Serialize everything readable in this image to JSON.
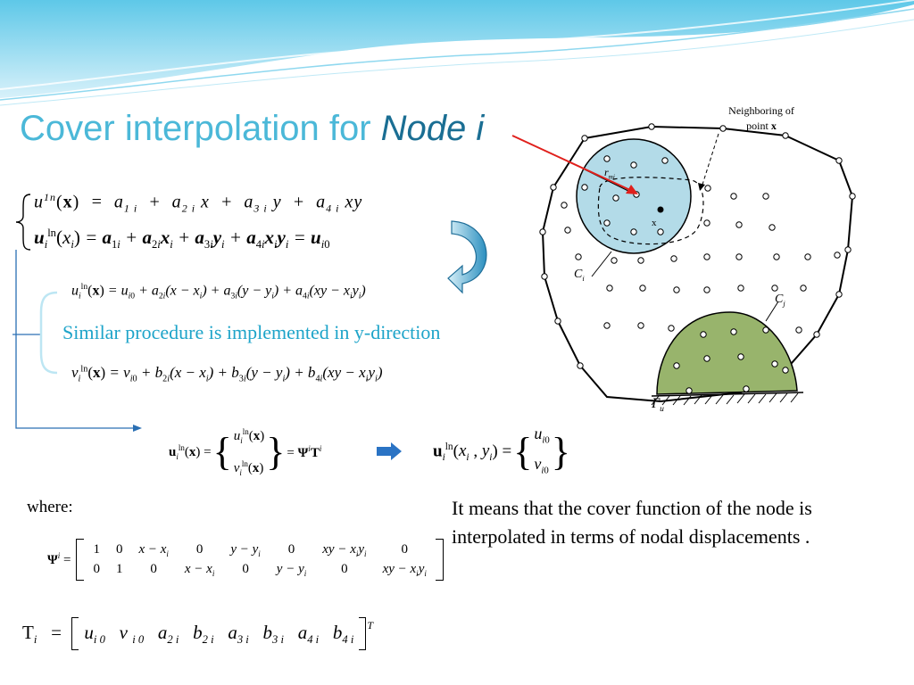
{
  "slide": {
    "title_main": "Cover interpolation for ",
    "title_emph": "Node i",
    "similar_text": "Similar procedure is implemented in y-direction",
    "where_label": "where:",
    "meaning_line1": "It means that the cover function of the node is",
    "meaning_line2": "interpolated in terms of nodal displacements ."
  },
  "diagram": {
    "neighbor_label_line1": "Neighboring of",
    "neighbor_label_line2": "point ",
    "neighbor_label_bold": "x",
    "r_label": "r",
    "r_sub": "mi",
    "x_label": "x",
    "ci_label": "C",
    "ci_sub": "i",
    "cj_label": "C",
    "cj_sub": "j",
    "gamma_label": "Γ",
    "gamma_sub": "u",
    "colors": {
      "cover_i": "#b3dbe8",
      "cover_j": "#98b46c",
      "title": "#4bb8d8",
      "arrow_red": "#e0201c",
      "curved_arrow": "#2b8fbf"
    }
  },
  "equations": {
    "ui": "u",
    "eq": "=",
    "a1": "a",
    "a2": "a",
    "a3": "a",
    "a4": "a",
    "sub1i": "1i",
    "sub2i": "2i",
    "sub3i": "3i",
    "sub4i": "4i",
    "sup_ln": "ln",
    "sup_1n": "1n",
    "plus": "+",
    "psi_row1": [
      "1",
      "0",
      "x − x",
      "0",
      "y − y",
      "0",
      "xy − x",
      "0"
    ],
    "psi_row2": [
      "0",
      "1",
      "0",
      "x − x",
      "0",
      "y − y",
      "0",
      "xy − x"
    ],
    "T_vector": [
      "u",
      "v",
      "a",
      "b",
      "a",
      "b",
      "a",
      "b"
    ],
    "T_subs": [
      "i0",
      "i0",
      "2i",
      "2i",
      "3i",
      "3i",
      "4i",
      "4i"
    ],
    "T_label": "T",
    "T_sup": "T"
  }
}
